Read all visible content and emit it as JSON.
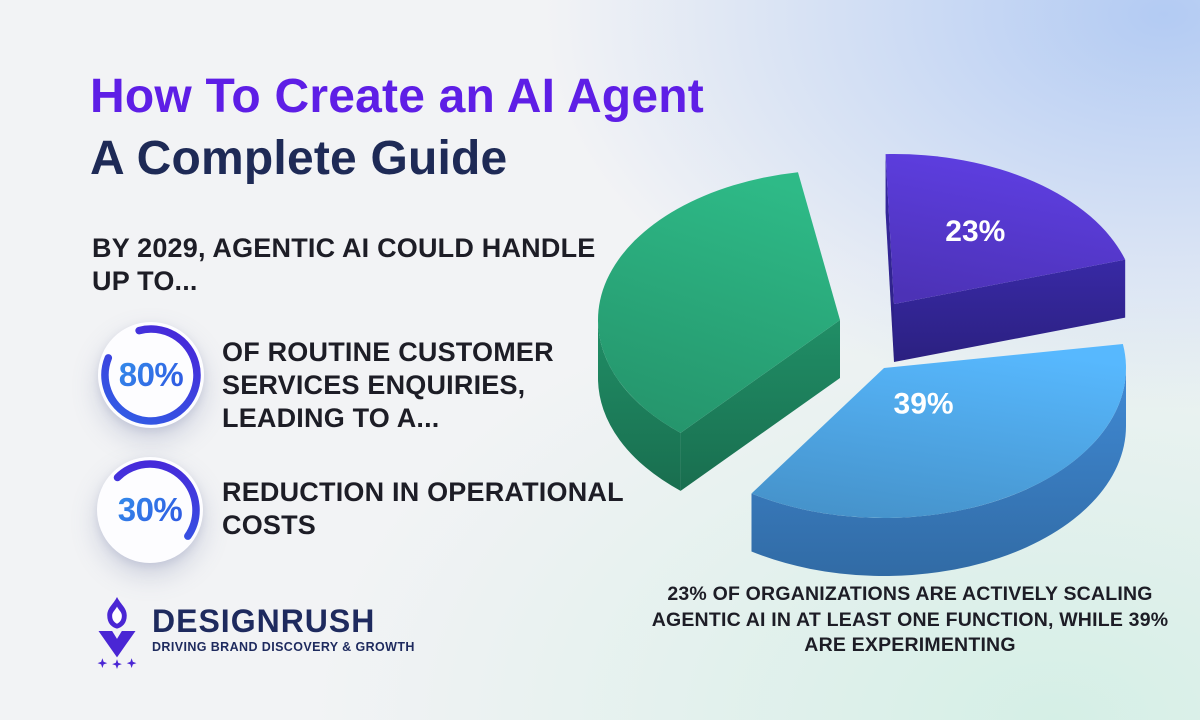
{
  "header": {
    "title_line1": "How To Create an AI Agent",
    "title_line2": "A Complete Guide"
  },
  "intro": {
    "text": "BY 2029, AGENTIC AI COULD HANDLE\nUP TO..."
  },
  "stats": [
    {
      "value": "80%",
      "description": "OF ROUTINE CUSTOMER\nSERVICES ENQUIRIES,\nLEADING TO A..."
    },
    {
      "value": "30%",
      "description": "REDUCTION IN OPERATIONAL\nCOSTS"
    }
  ],
  "chart_data": {
    "type": "pie",
    "style": "3d-exploded",
    "unit": "percent",
    "legend": false,
    "slices": [
      {
        "label": "23%",
        "value": 23,
        "color_top": "#5639cf",
        "color_side": "#35279c",
        "show_label": true
      },
      {
        "label": "39%",
        "value": 39,
        "color_top": "#4fa7e7",
        "color_side": "#3c82c9",
        "show_label": true
      },
      {
        "label": "",
        "value": 38,
        "color_top": "#2aa97b",
        "color_side": "#1e8660",
        "show_label": false
      }
    ],
    "caption": "23% OF ORGANIZATIONS ARE ACTIVELY SCALING\nAGENTIC AI IN AT LEAST ONE FUNCTION, WHILE 39%\nARE EXPERIMENTING"
  },
  "logo": {
    "name": "DESIGNRUSH",
    "tagline": "DRIVING BRAND DISCOVERY & GROWTH"
  }
}
